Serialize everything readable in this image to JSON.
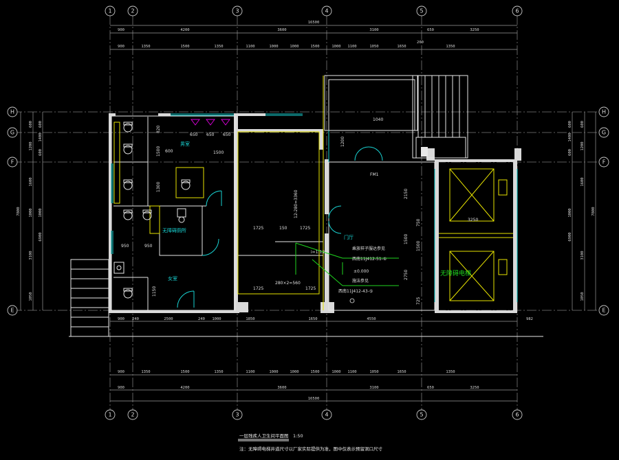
{
  "axes": {
    "columns": [
      "1",
      "2",
      "3",
      "4",
      "5",
      "6"
    ],
    "rows": [
      "H",
      "G",
      "F",
      "E"
    ]
  },
  "top_dims": {
    "overall": "16500",
    "row2": [
      "900",
      "4200",
      "3600",
      "3100",
      "650",
      "3250"
    ],
    "row3": [
      "900",
      "1350",
      "1500",
      "1350",
      "1100",
      "1000",
      "1000",
      "1500",
      "1000",
      "1100",
      "1050",
      "1650",
      "1350"
    ],
    "span": "200"
  },
  "bottom_dims": {
    "overall": "16500",
    "row2": [
      "900",
      "4200",
      "3600",
      "3100",
      "650",
      "3250"
    ],
    "row3": [
      "900",
      "1350",
      "1500",
      "1350",
      "1100",
      "1000",
      "1000",
      "1500",
      "1000",
      "1100",
      "1050",
      "1650",
      "1350"
    ],
    "inner": [
      "900",
      "240",
      "2500",
      "240",
      "1000",
      "1850",
      "1650",
      "4550",
      "982"
    ]
  },
  "left_dims": {
    "overall": "7800",
    "a": [
      "600",
      "1200",
      "1600",
      "1000",
      "3100",
      "1050"
    ],
    "b": [
      "600",
      "1400",
      "600",
      "1000",
      "6900"
    ]
  },
  "right_dims": {
    "overall": "7800",
    "a": [
      "600",
      "1200",
      "1600",
      "3100",
      "1050"
    ],
    "b": [
      "600",
      "1400",
      "600",
      "1000",
      "6900"
    ]
  },
  "room_labels": {
    "mens_room": "男室",
    "womens_room": "女室",
    "accessible": "无障碍厕所",
    "lobby": "门厅",
    "elevator": "无障碍电梯"
  },
  "notes": {
    "lobby_note1": "乘放样子服达参见",
    "lobby_note2": "西南11J412-51-①",
    "lobby_note3": "施法参见",
    "lobby_note4": "西南11J412-43-⑤",
    "elev_mark": "±0.000",
    "interior_dims": [
      "1725",
      "150",
      "1725",
      "1725",
      "1725",
      "3250",
      "12-280=3360",
      "280×2=560"
    ],
    "vert_dims": [
      "820",
      "1500",
      "1300",
      "2150",
      "750",
      "1500",
      "1500",
      "2750",
      "725"
    ],
    "room_small": [
      "650",
      "650",
      "650",
      "1500",
      "950",
      "950",
      "1150",
      "600",
      "1040",
      "1200"
    ],
    "ramp_mark": "FM1",
    "slope": "i=1:12"
  },
  "title": {
    "main": "一层残疾人卫生间平面图",
    "scale": "1:50",
    "note": "注：无障碍电梯井道尺寸以厂家实际提供为准，图中仅表示预留洞口尺寸"
  }
}
